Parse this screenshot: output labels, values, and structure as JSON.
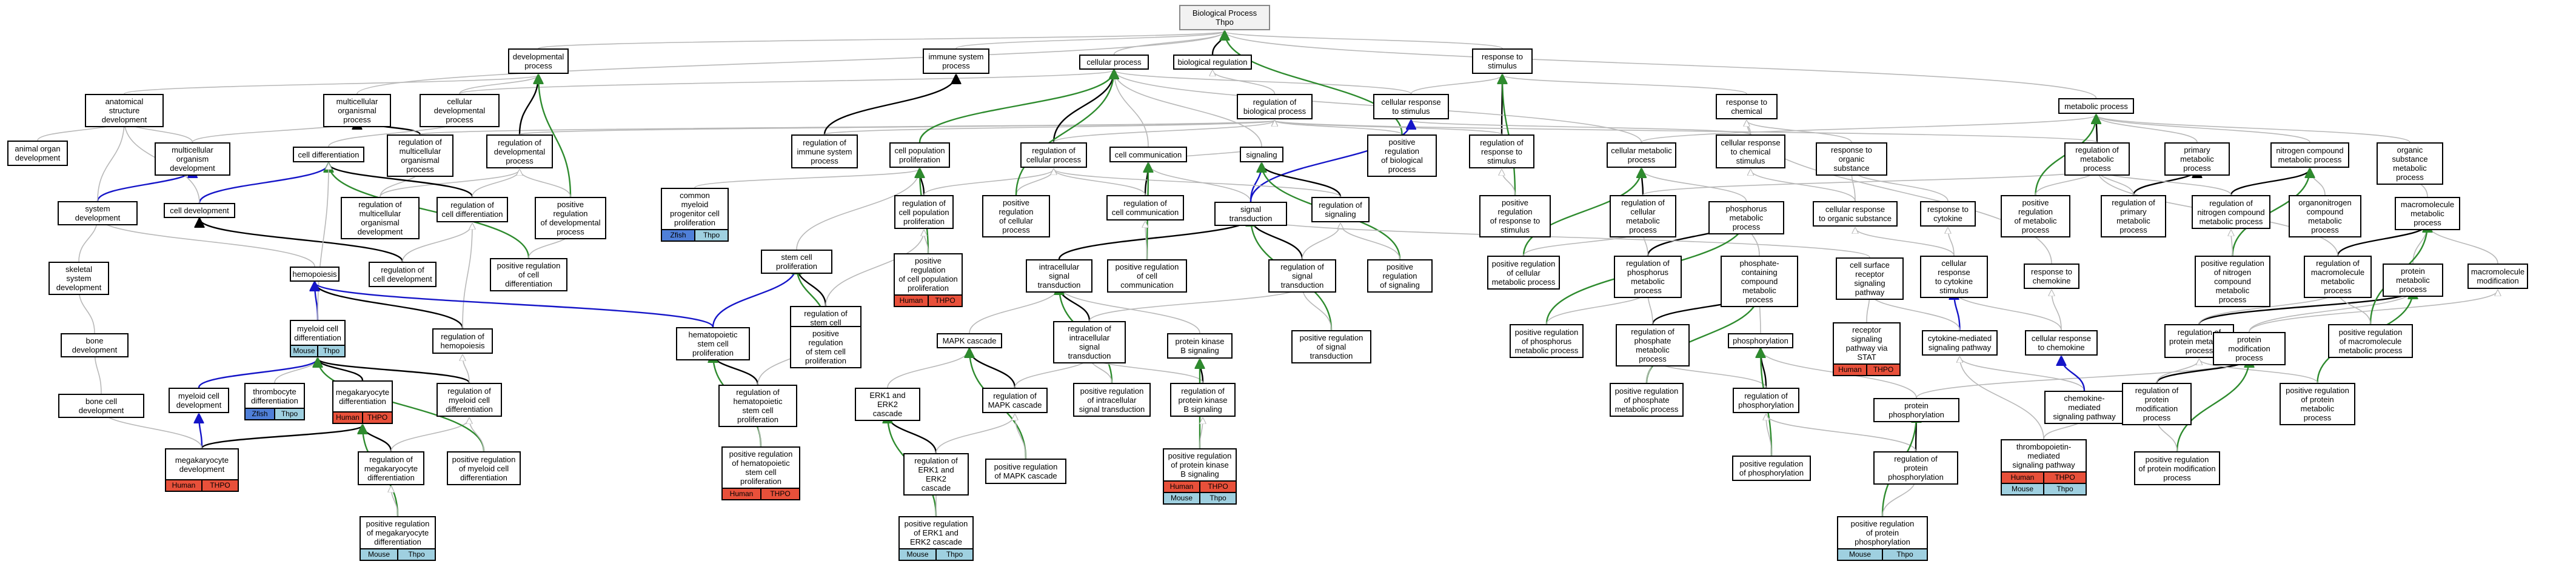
{
  "colors": {
    "is_a_edge": "#b8b8b8",
    "part_of_edge": "#000000",
    "positive_regulation_edge": "#2e8b2e",
    "negative_or_blue_edge": "#1515c8",
    "human": "#e8503a",
    "mouse": "#9fd0e0",
    "zfish": "#4f7fd8",
    "root_fill": "#f2f2f2"
  },
  "nodes": [
    {
      "id": "n0",
      "label": "Biological Process\nThpo",
      "root": true
    },
    {
      "id": "n1",
      "label": "developmental\nprocess"
    },
    {
      "id": "n2",
      "label": "immune system\nprocess"
    },
    {
      "id": "n3",
      "label": "cellular process"
    },
    {
      "id": "n4",
      "label": "biological regulation"
    },
    {
      "id": "n5",
      "label": "response to\nstimulus"
    },
    {
      "id": "n6",
      "label": "anatomical structure\ndevelopment"
    },
    {
      "id": "n7",
      "label": "multicellular\norganismal process"
    },
    {
      "id": "n8",
      "label": "cellular developmental\nprocess"
    },
    {
      "id": "n9",
      "label": "regulation of\nbiological process"
    },
    {
      "id": "n10",
      "label": "cellular response\nto stimulus"
    },
    {
      "id": "n11",
      "label": "metabolic process"
    },
    {
      "id": "n12",
      "label": "animal organ\ndevelopment"
    },
    {
      "id": "n13",
      "label": "multicellular\norganism development"
    },
    {
      "id": "n14",
      "label": "regulation of\nmulticellular\norganismal process"
    },
    {
      "id": "n15",
      "label": "regulation of\ndevelopmental\nprocess"
    },
    {
      "id": "n16",
      "label": "regulation of\nimmune system\nprocess"
    },
    {
      "id": "n17",
      "label": "positive regulation\nof biological\nprocess"
    },
    {
      "id": "n18",
      "label": "regulation of\nresponse to\nstimulus"
    },
    {
      "id": "n19",
      "label": "response to\nchemical"
    },
    {
      "id": "n20",
      "label": "cell differentiation"
    },
    {
      "id": "n21",
      "label": "cell population\nproliferation"
    },
    {
      "id": "n22",
      "label": "regulation of\ncellular process"
    },
    {
      "id": "n23",
      "label": "cell communication"
    },
    {
      "id": "n24",
      "label": "signaling"
    },
    {
      "id": "n25",
      "label": "cellular metabolic\nprocess"
    },
    {
      "id": "n26",
      "label": "cellular response\nto chemical\nstimulus"
    },
    {
      "id": "n27",
      "label": "response to\norganic substance"
    },
    {
      "id": "n28",
      "label": "regulation of\nmetabolic process"
    },
    {
      "id": "n29",
      "label": "primary metabolic\nprocess"
    },
    {
      "id": "n30",
      "label": "nitrogen compound\nmetabolic process"
    },
    {
      "id": "n31",
      "label": "organic substance\nmetabolic process"
    },
    {
      "id": "n32",
      "label": "system development"
    },
    {
      "id": "n33",
      "label": "regulation of\nmulticellular\norganismal development"
    },
    {
      "id": "n34",
      "label": "regulation of\ncell differentiation"
    },
    {
      "id": "n35",
      "label": "positive regulation\nof developmental\nprocess"
    },
    {
      "id": "n36",
      "label": "common myeloid\nprogenitor cell\nproliferation",
      "tags": [
        [
          "Zfish",
          "zfish"
        ],
        [
          "Thpo",
          "mouse"
        ]
      ]
    },
    {
      "id": "n37",
      "label": "regulation of\ncell population\nproliferation"
    },
    {
      "id": "n38",
      "label": "positive regulation\nof cellular\nprocess"
    },
    {
      "id": "n39",
      "label": "regulation of\ncell communication"
    },
    {
      "id": "n40",
      "label": "signal transduction"
    },
    {
      "id": "n41",
      "label": "regulation of\nsignaling"
    },
    {
      "id": "n42",
      "label": "positive regulation\nof response to\nstimulus"
    },
    {
      "id": "n43",
      "label": "regulation of\ncellular metabolic\nprocess"
    },
    {
      "id": "n44",
      "label": "phosphorus metabolic\nprocess"
    },
    {
      "id": "n45",
      "label": "cellular response\nto organic substance"
    },
    {
      "id": "n46",
      "label": "response to\ncytokine"
    },
    {
      "id": "n47",
      "label": "positive regulation\nof metabolic\nprocess"
    },
    {
      "id": "n48",
      "label": "regulation of\nprimary metabolic\nprocess"
    },
    {
      "id": "n49",
      "label": "regulation of\nnitrogen compound\nmetabolic process"
    },
    {
      "id": "n50",
      "label": "organonitrogen\ncompound metabolic\nprocess"
    },
    {
      "id": "n51",
      "label": "macromolecule\nmetabolic process"
    },
    {
      "id": "n52",
      "label": "cell development"
    },
    {
      "id": "n53",
      "label": "skeletal system\ndevelopment"
    },
    {
      "id": "n54",
      "label": "hemopoiesis"
    },
    {
      "id": "n55",
      "label": "regulation of\ncell development"
    },
    {
      "id": "n56",
      "label": "positive regulation\nof cell differentiation"
    },
    {
      "id": "n57",
      "label": "stem cell proliferation"
    },
    {
      "id": "n58",
      "label": "positive regulation\nof cell population\nproliferation",
      "tags": [
        [
          "Human",
          "human"
        ],
        [
          "THPO",
          "human"
        ]
      ]
    },
    {
      "id": "n59",
      "label": "intracellular\nsignal transduction"
    },
    {
      "id": "n60",
      "label": "positive regulation\nof cell communication"
    },
    {
      "id": "n61",
      "label": "regulation of\nsignal transduction"
    },
    {
      "id": "n62",
      "label": "positive regulation\nof signaling"
    },
    {
      "id": "n63",
      "label": "positive regulation\nof cellular\nmetabolic process"
    },
    {
      "id": "n64",
      "label": "regulation of\nphosphorus metabolic\nprocess"
    },
    {
      "id": "n65",
      "label": "phosphate-containing\ncompound metabolic\nprocess"
    },
    {
      "id": "n66",
      "label": "cell surface\nreceptor signaling\npathway"
    },
    {
      "id": "n67",
      "label": "cellular response\nto cytokine\nstimulus"
    },
    {
      "id": "n68",
      "label": "response to\nchemokine"
    },
    {
      "id": "n69",
      "label": "positive regulation\nof nitrogen\ncompound metabolic\nprocess"
    },
    {
      "id": "n70",
      "label": "regulation of\nmacromolecule\nmetabolic process"
    },
    {
      "id": "n71",
      "label": "protein metabolic\nprocess"
    },
    {
      "id": "n72",
      "label": "macromolecule\nmodification"
    },
    {
      "id": "n73",
      "label": "bone development"
    },
    {
      "id": "n74",
      "label": "myeloid cell\ndifferentiation",
      "tags": [
        [
          "Mouse",
          "mouse"
        ],
        [
          "Thpo",
          "mouse"
        ]
      ]
    },
    {
      "id": "n75",
      "label": "regulation of\nhemopoiesis"
    },
    {
      "id": "n76",
      "label": "hematopoietic\nstem cell proliferation"
    },
    {
      "id": "n77",
      "label": "regulation of\nstem cell proliferation"
    },
    {
      "id": "n78",
      "label": "positive regulation\nof stem cell\nproliferation"
    },
    {
      "id": "n79",
      "label": "MAPK cascade"
    },
    {
      "id": "n80",
      "label": "regulation of\nintracellular\nsignal transduction"
    },
    {
      "id": "n81",
      "label": "protein kinase\nB signaling"
    },
    {
      "id": "n82",
      "label": "positive regulation\nof signal transduction"
    },
    {
      "id": "n83",
      "label": "positive regulation\nof phosphorus\nmetabolic process"
    },
    {
      "id": "n84",
      "label": "regulation of\nphosphate metabolic\nprocess"
    },
    {
      "id": "n85",
      "label": "phosphorylation"
    },
    {
      "id": "n86",
      "label": "receptor signaling\npathway via\nSTAT",
      "tags": [
        [
          "Human",
          "human"
        ],
        [
          "THPO",
          "human"
        ]
      ]
    },
    {
      "id": "n87",
      "label": "cytokine-mediated\nsignaling pathway"
    },
    {
      "id": "n88",
      "label": "cellular response\nto chemokine"
    },
    {
      "id": "n89",
      "label": "regulation of\nprotein metabolic\nprocess"
    },
    {
      "id": "n90",
      "label": "protein modification\nprocess"
    },
    {
      "id": "n91",
      "label": "positive regulation\nof macromolecule\nmetabolic process"
    },
    {
      "id": "n92",
      "label": "bone cell development"
    },
    {
      "id": "n93",
      "label": "myeloid cell\ndevelopment"
    },
    {
      "id": "n94",
      "label": "thrombocyte\ndifferentiation",
      "tags": [
        [
          "Zfish",
          "zfish"
        ],
        [
          "Thpo",
          "mouse"
        ]
      ]
    },
    {
      "id": "n95",
      "label": "megakaryocyte\ndifferentiation",
      "tags": [
        [
          "Human",
          "human"
        ],
        [
          "THPO",
          "human"
        ]
      ]
    },
    {
      "id": "n96",
      "label": "regulation of\nmyeloid cell\ndifferentiation"
    },
    {
      "id": "n97",
      "label": "regulation of\nhematopoietic\nstem cell proliferation"
    },
    {
      "id": "n98",
      "label": "ERK1 and ERK2\ncascade"
    },
    {
      "id": "n99",
      "label": "regulation of\nMAPK cascade"
    },
    {
      "id": "n100",
      "label": "positive regulation\nof intracellular\nsignal transduction"
    },
    {
      "id": "n101",
      "label": "regulation of\nprotein kinase\nB signaling"
    },
    {
      "id": "n102",
      "label": "positive regulation\nof phosphate\nmetabolic process"
    },
    {
      "id": "n103",
      "label": "regulation of\nphosphorylation"
    },
    {
      "id": "n104",
      "label": "protein phosphorylation"
    },
    {
      "id": "n105",
      "label": "chemokine-mediated\nsignaling pathway"
    },
    {
      "id": "n106",
      "label": "regulation of\nprotein modification\nprocess"
    },
    {
      "id": "n107",
      "label": "positive regulation\nof protein metabolic\nprocess"
    },
    {
      "id": "n108",
      "label": "megakaryocyte\ndevelopment",
      "tags": [
        [
          "Human",
          "human"
        ],
        [
          "THPO",
          "human"
        ]
      ]
    },
    {
      "id": "n109",
      "label": "regulation of\nmegakaryocyte\ndifferentiation"
    },
    {
      "id": "n110",
      "label": "positive regulation\nof myeloid cell\ndifferentiation"
    },
    {
      "id": "n111",
      "label": "positive regulation\nof hematopoietic\nstem cell proliferation",
      "tags": [
        [
          "Human",
          "human"
        ],
        [
          "THPO",
          "human"
        ]
      ]
    },
    {
      "id": "n112",
      "label": "regulation of\nERK1 and ERK2\ncascade"
    },
    {
      "id": "n113",
      "label": "positive regulation\nof MAPK cascade"
    },
    {
      "id": "n114",
      "label": "positive regulation\nof protein kinase\nB signaling",
      "tags": [
        [
          "Human",
          "human"
        ],
        [
          "THPO",
          "human"
        ],
        [
          "Mouse",
          "mouse"
        ],
        [
          "Thpo",
          "mouse"
        ]
      ]
    },
    {
      "id": "n115",
      "label": "positive regulation\nof phosphorylation"
    },
    {
      "id": "n116",
      "label": "regulation of\nprotein phosphorylation"
    },
    {
      "id": "n117",
      "label": "thrombopoietin-mediated\nsignaling pathway",
      "tags": [
        [
          "Human",
          "human"
        ],
        [
          "THPO",
          "human"
        ],
        [
          "Mouse",
          "mouse"
        ],
        [
          "Thpo",
          "mouse"
        ]
      ]
    },
    {
      "id": "n118",
      "label": "positive regulation\nof protein modification\nprocess"
    },
    {
      "id": "n119",
      "label": "positive regulation\nof megakaryocyte\ndifferentiation",
      "tags": [
        [
          "Mouse",
          "mouse"
        ],
        [
          "Thpo",
          "mouse"
        ]
      ]
    },
    {
      "id": "n120",
      "label": "positive regulation\nof ERK1 and\nERK2 cascade",
      "tags": [
        [
          "Mouse",
          "mouse"
        ],
        [
          "Thpo",
          "mouse"
        ]
      ]
    },
    {
      "id": "n121",
      "label": "positive regulation\nof protein phosphorylation",
      "tags": [
        [
          "Mouse",
          "mouse"
        ],
        [
          "Thpo",
          "mouse"
        ]
      ]
    }
  ]
}
